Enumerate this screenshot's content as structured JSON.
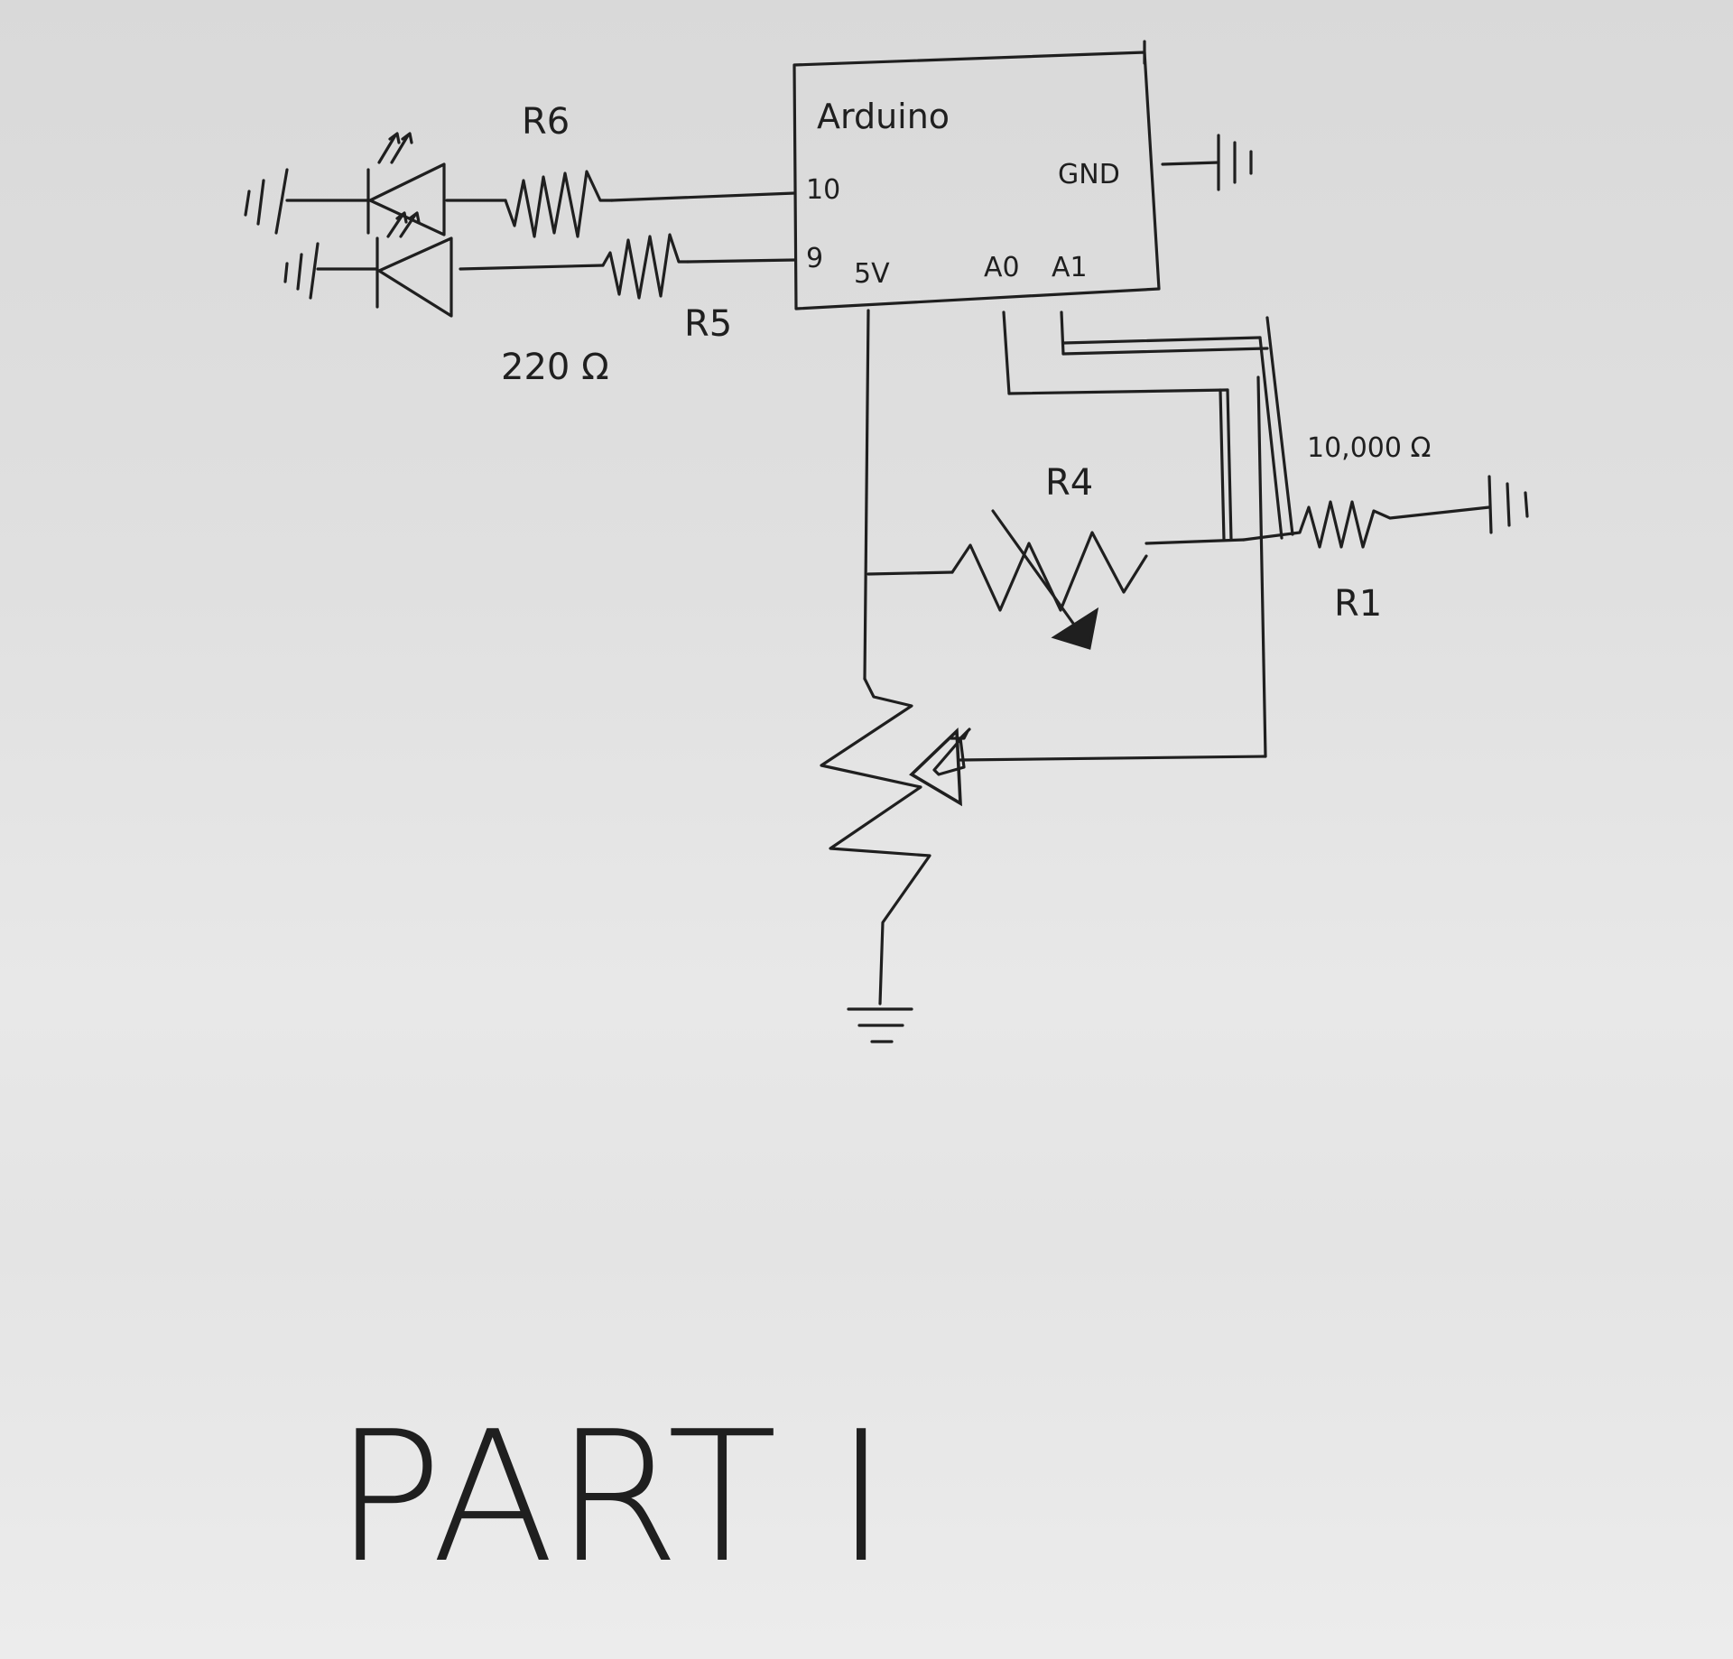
{
  "arduino": {
    "title": "Arduino",
    "pins": {
      "p10": "10",
      "p9": "9",
      "gnd": "GND",
      "v5": "5V",
      "a0": "A0",
      "a1": "A1"
    }
  },
  "resistors": {
    "r6": "R6",
    "r5": "R5",
    "r5_value": "220 Ω",
    "r4": "R4",
    "r1": "R1",
    "r1_value": "10,000 Ω"
  },
  "page_label": "PART I"
}
